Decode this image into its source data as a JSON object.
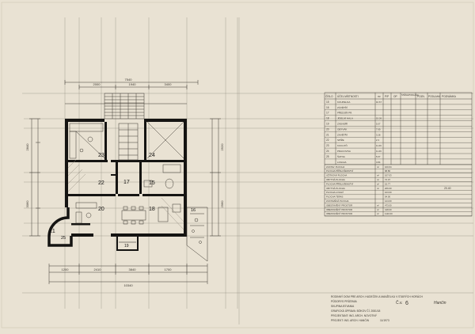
{
  "dims": {
    "top_total": "7540",
    "top_a": "2000",
    "top_b": "1940",
    "top_c": "3400",
    "bottom_total": "10340",
    "bottom_a": "1200",
    "bottom_b": "2410",
    "bottom_c": "3840",
    "bottom_d": "1700",
    "left_a": "2840",
    "left_b": "3060",
    "right_a": "2520",
    "right_b": "2960"
  },
  "rooms": [
    "23",
    "24",
    "22",
    "17",
    "15",
    "20",
    "18",
    "16",
    "21",
    "25",
    "19"
  ],
  "table": {
    "headers": [
      "ČÍSLO",
      "ÚČEL MÍSTNOSTI",
      "m²",
      "P/P",
      "OP",
      "STĚNA/PODLAHA",
      "POZN.",
      "PODLAHA",
      "POZNÁMKA"
    ],
    "rows": [
      {
        "no": "15",
        "name": "KOUPELNA",
        "area": "10.67"
      },
      {
        "no": "16",
        "name": "ZÁVĚTŘÍ",
        "area": ""
      },
      {
        "no": "17",
        "name": "PŘEDSÍŇ PR.",
        "area": ""
      },
      {
        "no": "18",
        "name": "JÍDELNÍ HALA",
        "area": "15.26"
      },
      {
        "no": "19",
        "name": "ZÁDVEŘÍ",
        "area": "5.07"
      },
      {
        "no": "20",
        "name": "OBÝVÁK",
        "area": "7.69"
      },
      {
        "no": "21",
        "name": "ZÁVĚTŘÍ",
        "area": "3.28"
      },
      {
        "no": "22",
        "name": "SPÍŽE",
        "area": "2.3"
      },
      {
        "no": "23",
        "name": "KUCHYŇ",
        "area": "11.46"
      },
      {
        "no": "24",
        "name": "PRACOVNA",
        "area": "11.46"
      },
      {
        "no": "25",
        "name": "ŠATNA",
        "area": "5.67"
      },
      {
        "no": "",
        "name": "LOGGIA",
        "area": "3.84"
      }
    ],
    "summary": [
      {
        "label": "ZASTAV. PLOCHA",
        "unit": "m²",
        "value": "100.64"
      },
      {
        "label": "PLOCHA PŘÍSLUŠENSTVÍ",
        "unit": "",
        "value": "68.80"
      },
      {
        "label": "UŽITKOVÁ PLOCHA",
        "unit": "m²",
        "value": "107.03"
      },
      {
        "label": "OBYTNÁ PLOCHA",
        "unit": "m²",
        "value": "72.07"
      },
      {
        "label": "PLOCHA PŘÍSLUŠENSTVÍ",
        "unit": "m²",
        "value": "15.77"
      },
      {
        "label": "OBYTNÁ PLOCHA",
        "unit": "m²",
        "value": "206.00"
      },
      {
        "label": "PLOCHA LOGGIÍ",
        "unit": "",
        "value": "103.00"
      },
      {
        "label": "PLOCHA TERAS",
        "unit": "",
        "value": "54.00"
      },
      {
        "label": "ZASTAVĚNÁ PLOCHA",
        "unit": "",
        "value": "124.00"
      },
      {
        "label": "OBESTAVĚNÝ PROSTOR",
        "unit": "m³",
        "value": "473.00"
      },
      {
        "label": "OBESTAVĚNÝ PROSTOR",
        "unit": "m³",
        "value": "418.00"
      },
      {
        "label": "OBESTAVĚNÝ PROSTOR",
        "unit": "m³",
        "value": "1110.00"
      }
    ],
    "side_value": "20.40"
  },
  "title_block": {
    "line1": "RODINNÝ DOM PRE ARCH. HUDEČEK A MANŽELKU V STARÝCH HORÁCH",
    "line2": "PŮDORYS PRÍZEMIA",
    "line3": "SKUPINA BÝVANIA",
    "line4": "GRAFICKÁ ÚPRAVA: BÖKOV ČÍ. 2081/18",
    "line5": "PROJEKTANT: ING. ARCH. NOVOTNÝ",
    "line6": "PROJEKT: ING. ARCH. HANČIN",
    "date": "11/1973",
    "sheet_label": "Č.v.",
    "sheet_no": "6",
    "signature": "Hančin"
  },
  "colors": {
    "paper": "#e9e2d3",
    "ink": "#3a362f",
    "wall": "#151412",
    "faint": "#8b8579"
  }
}
